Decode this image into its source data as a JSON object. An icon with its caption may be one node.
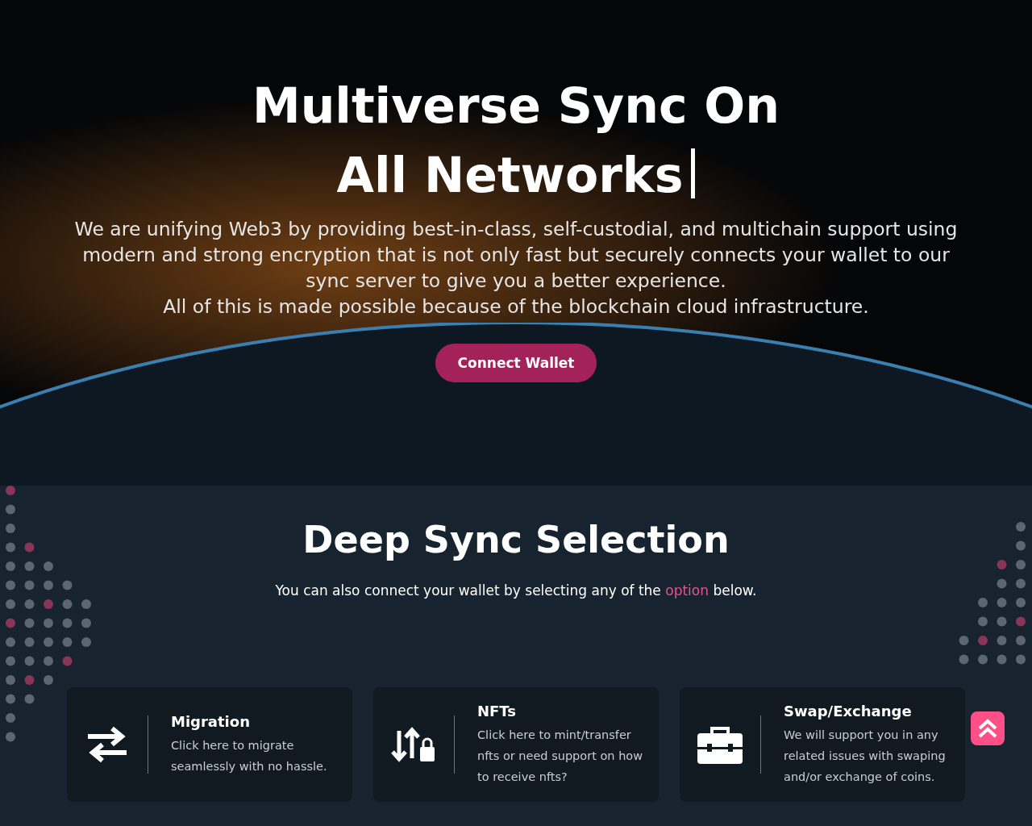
{
  "diagram": {
    "title": "Multiverse Sync On All Networks",
    "nodes": [
      {
        "text": [
          "Migration",
          "Click here to migrate seamlessly with no hassle."
        ]
      },
      {
        "text": [
          "NFTs",
          "Click here to mint/transfer nfts or need support on how to receive nfts?"
        ]
      },
      {
        "text": [
          "Swap/Exchange",
          "We will support you in any related issues with swaping and/or exchange of coins."
        ]
      }
    ],
    "labels": [
      "We are unifying Web3 by providing best-in-class, self-custodial, and multichain support using modern and strong encryption that is not only fast but securely connects your wallet to our sync server to give you a better experience.",
      "All of this is made possible because of the blockchain cloud infrastructure.",
      "Connect Wallet",
      "Deep Sync Selection",
      "You can also connect your wallet by selecting any of the *option* below."
    ]
  }
}
